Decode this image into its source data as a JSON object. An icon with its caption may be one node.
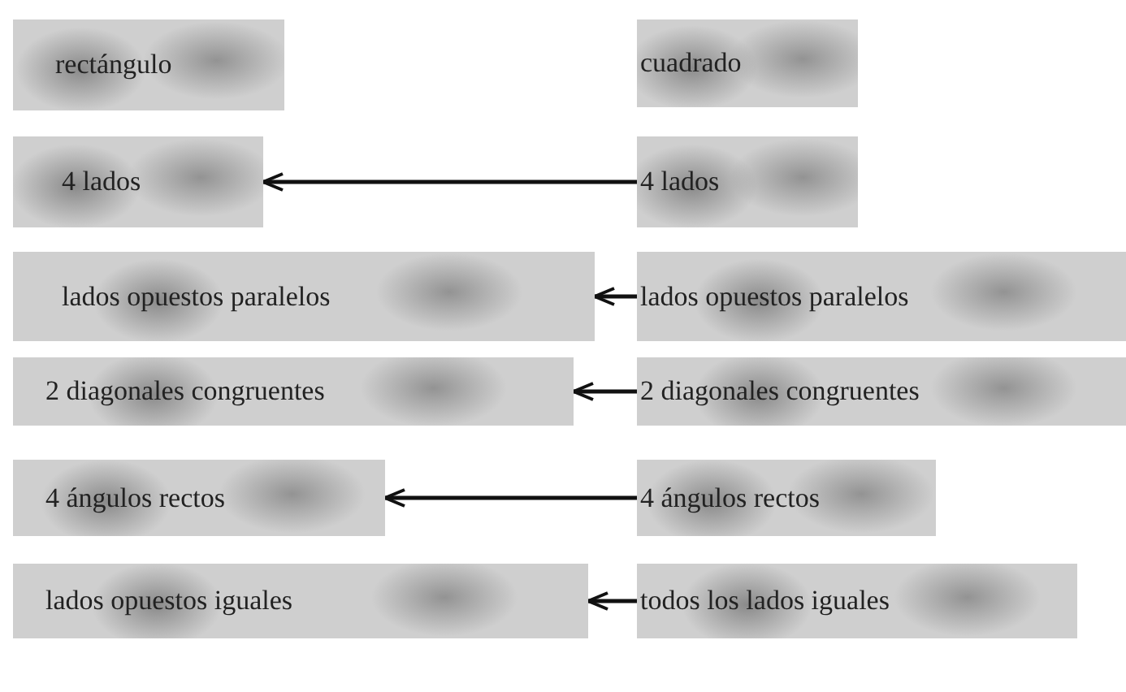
{
  "diagram": {
    "nodes": [
      {
        "text": [
          "rectángulo"
        ]
      },
      {
        "text": [
          "cuadrado"
        ]
      },
      {
        "text": [
          "4 lados"
        ]
      },
      {
        "text": [
          "4 lados"
        ]
      },
      {
        "text": [
          "lados opuestos paralelos"
        ]
      },
      {
        "text": [
          "lados opuestos paralelos"
        ]
      },
      {
        "text": [
          "2 diagonales congruentes"
        ]
      },
      {
        "text": [
          "2 diagonales congruentes"
        ]
      },
      {
        "text": [
          "4 ángulos rectos"
        ]
      },
      {
        "text": [
          "4 ángulos rectos"
        ]
      },
      {
        "text": [
          "lados opuestos iguales"
        ]
      },
      {
        "text": [
          "todos los lados iguales"
        ]
      }
    ],
    "edges": [
      {
        "from": 3,
        "to": 2,
        "arrow": "to"
      },
      {
        "from": 5,
        "to": 4,
        "arrow": "to"
      },
      {
        "from": 7,
        "to": 6,
        "arrow": "to"
      },
      {
        "from": 9,
        "to": 8,
        "arrow": "to"
      },
      {
        "from": 11,
        "to": 10,
        "arrow": "to"
      }
    ]
  }
}
